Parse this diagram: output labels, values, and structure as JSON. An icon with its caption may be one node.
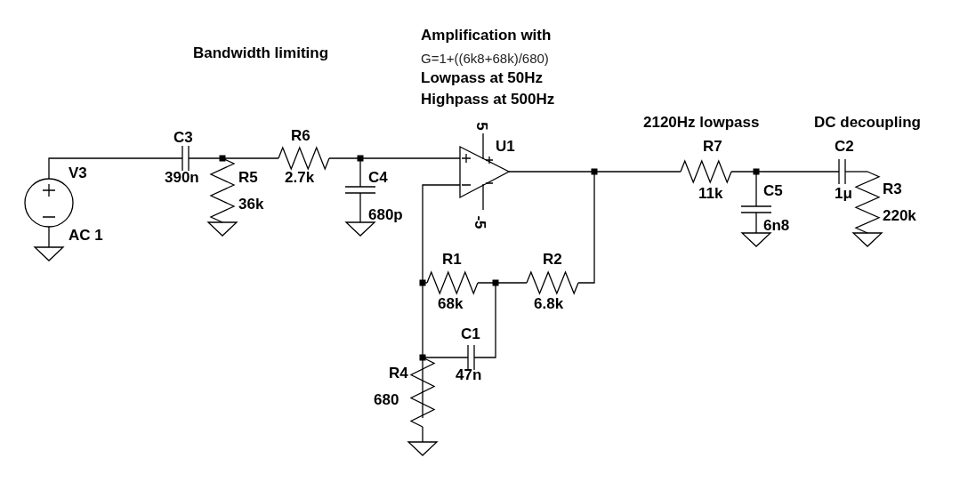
{
  "diagram": {
    "labels": [
      "Amplification with",
      "Bandwidth limiting",
      "G=1+((6k8+68k)/680)",
      "Lowpass at 50Hz",
      "Highpass at 500Hz",
      "5",
      "2120Hz lowpass",
      "DC decoupling",
      "C3",
      "R6",
      "U1",
      "R7",
      "C2",
      "V3",
      "390n",
      "R5",
      "2.7k",
      "C4",
      "11k",
      "C5",
      "1μ",
      "R3",
      "36k",
      "680p",
      "-5",
      "220k",
      "6n8",
      "AC 1",
      "R1",
      "R2",
      "68k",
      "6.8k",
      "C1",
      "R4",
      "47n",
      "680"
    ]
  }
}
